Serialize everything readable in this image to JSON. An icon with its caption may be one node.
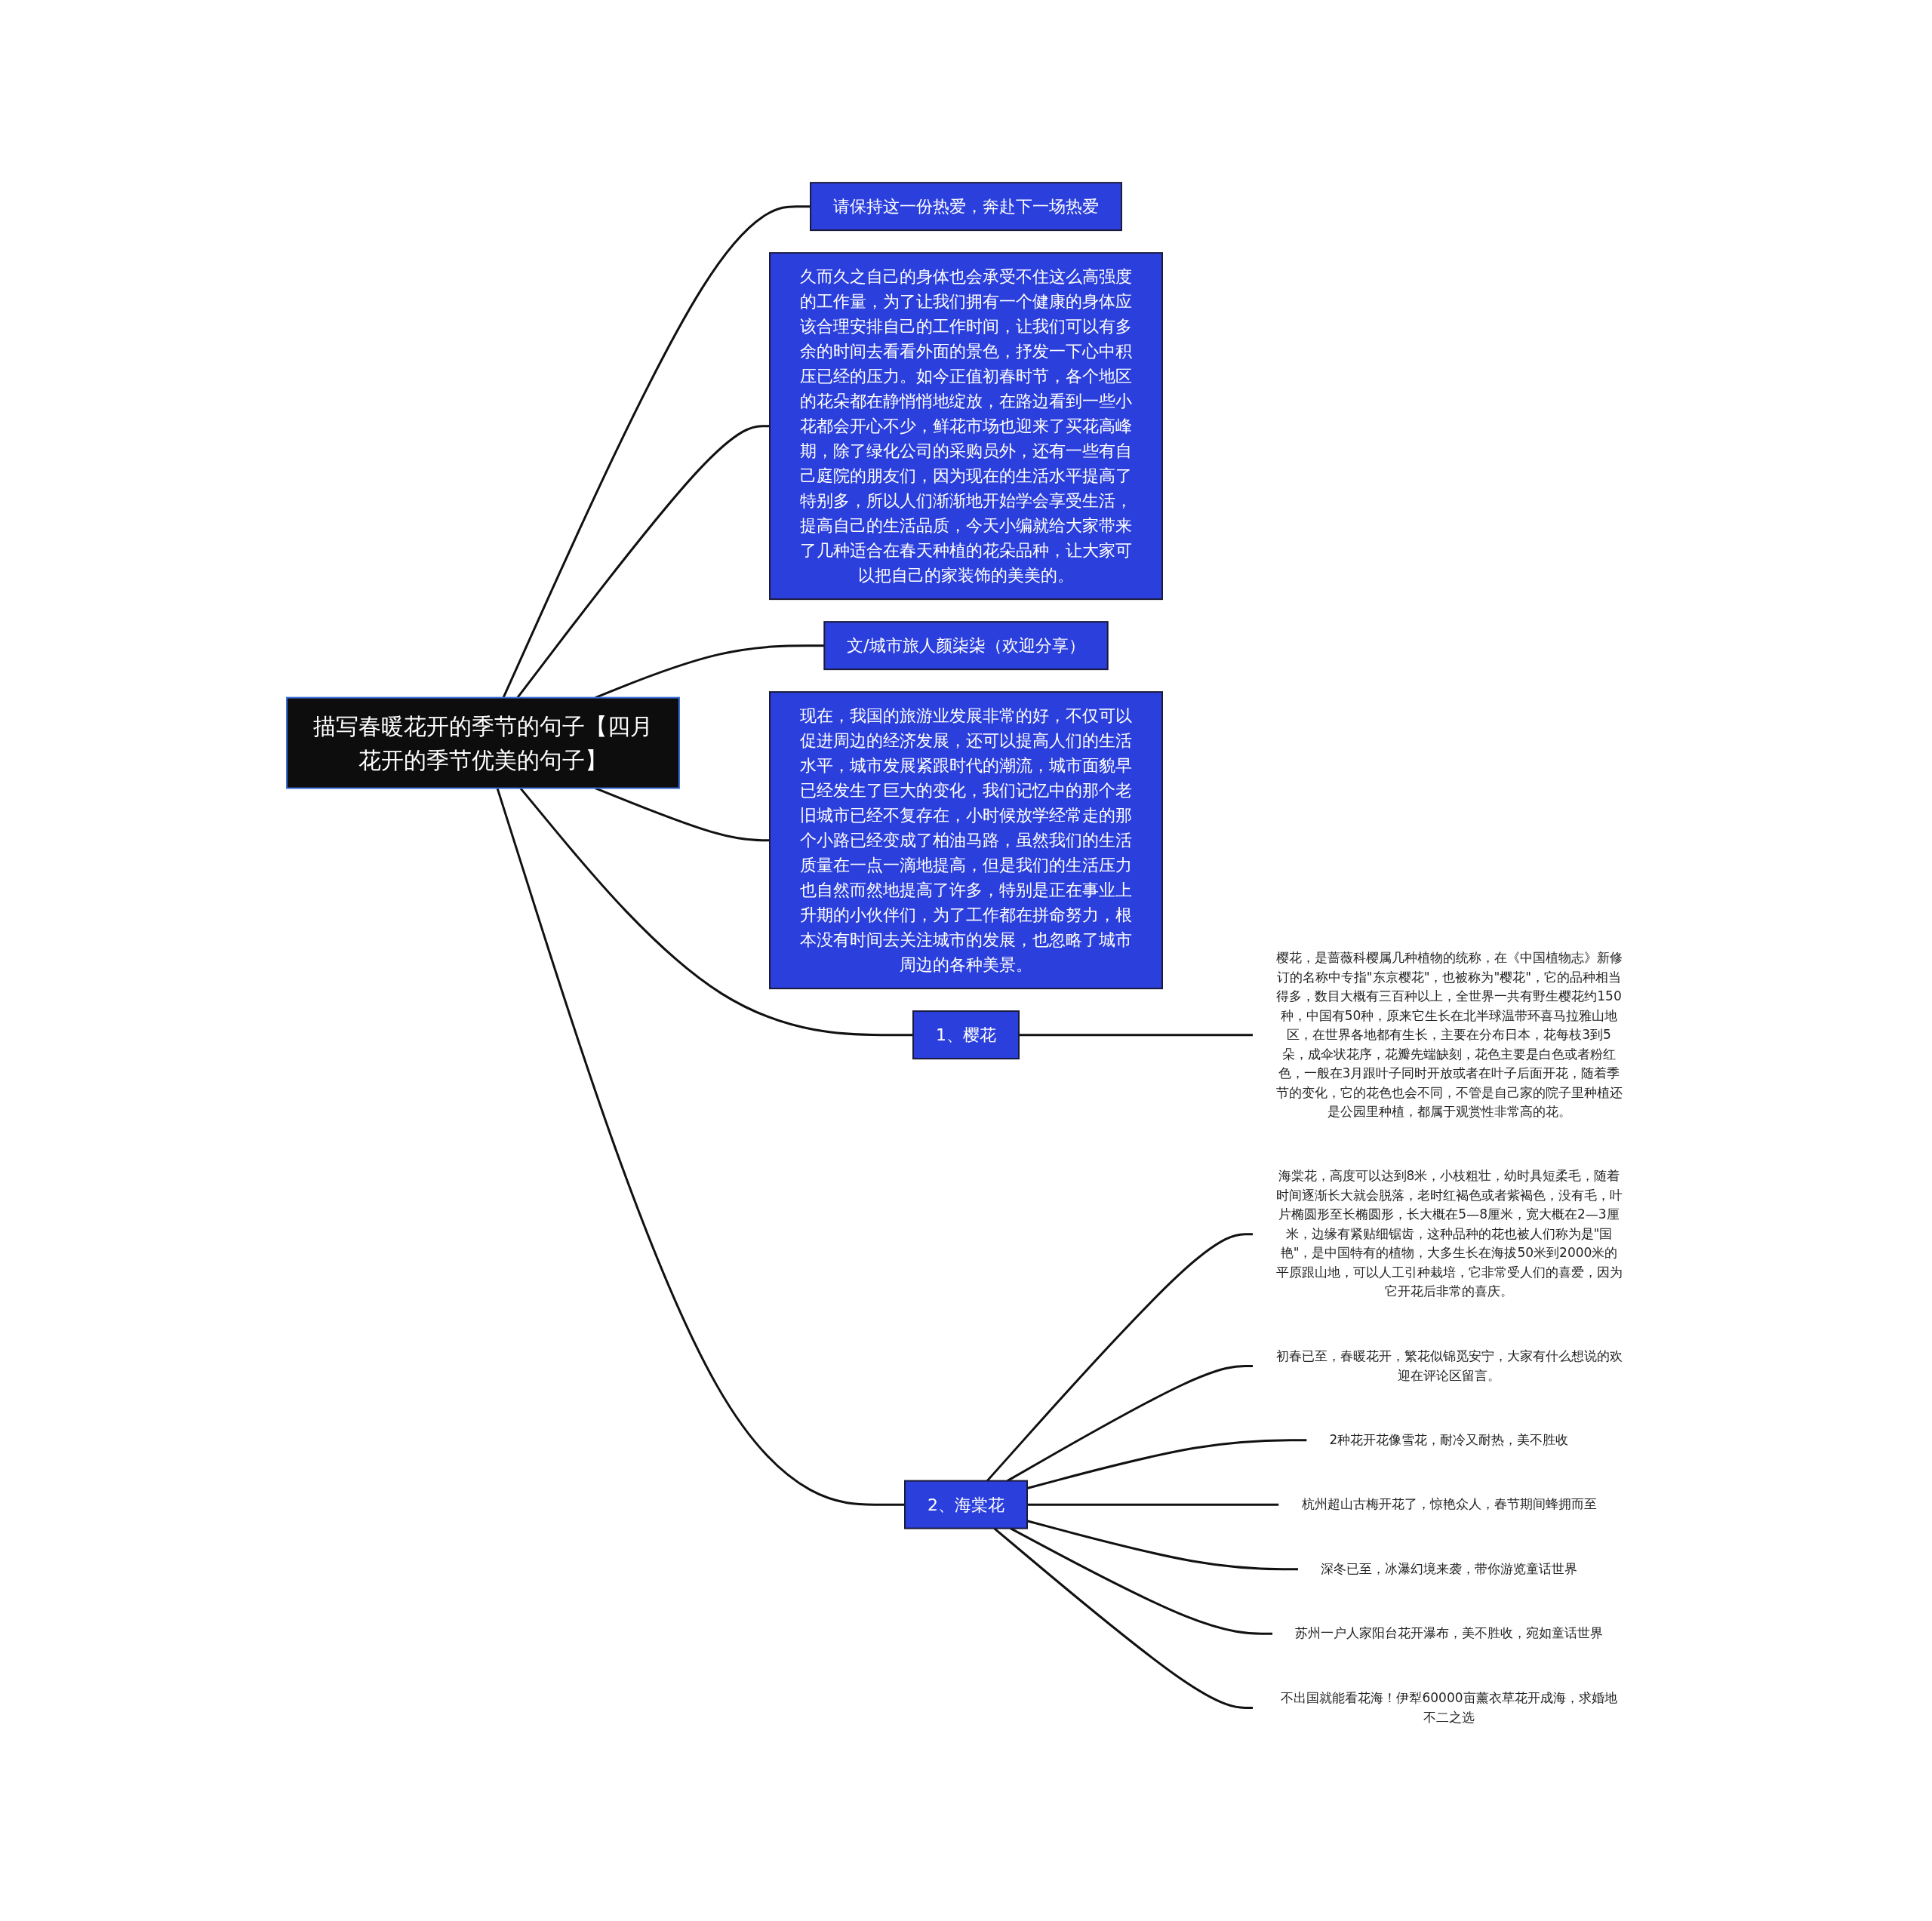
{
  "diagram": {
    "nodes": [
      {
        "text": [
          "描写春暖花开的季节的句子【四月花开的季节优美的句子】"
        ]
      },
      {
        "text": [
          "请保持这一份热爱，奔赴下一场热爱"
        ]
      },
      {
        "text": [
          "久而久之自己的身体也会承受不住这么高强度的工作量，为了让我们拥有一个健康的身体应该合理安排自己的工作时间，让我们可以有多余的时间去看看外面的景色，抒发一下心中积压已经的压力。如今正值初春时节，各个地区的花朵都在静悄悄地绽放，在路边看到一些小花都会开心不少，鲜花市场也迎来了买花高峰期，除了绿化公司的采购员外，还有一些有自己庭院的朋友们，因为现在的生活水平提高了特别多，所以人们渐渐地开始学会享受生活，提高自己的生活品质，今天小编就给大家带来了几种适合在春天种植的花朵品种，让大家可以把自己的家装饰的美美的。"
        ]
      },
      {
        "text": [
          "文/城市旅人颜柒柒（欢迎分享）"
        ]
      },
      {
        "text": [
          "现在，我国的旅游业发展非常的好，不仅可以促进周边的经济发展，还可以提高人们的生活水平，城市发展紧跟时代的潮流，城市面貌早已经发生了巨大的变化，我们记忆中的那个老旧城市已经不复存在，小时候放学经常走的那个小路已经变成了柏油马路，虽然我们的生活质量在一点一滴地提高，但是我们的生活压力也自然而然地提高了许多，特别是正在事业上升期的小伙伴们，为了工作都在拼命努力，根本没有时间去关注城市的发展，也忽略了城市周边的各种美景。"
        ]
      },
      {
        "text": [
          "1、樱花"
        ]
      },
      {
        "text": [
          "樱花，是蔷薇科樱属几种植物的统称，在《中国植物志》新修订的名称中专指\"东京樱花\"，也被称为\"樱花\"，它的品种相当得多，数目大概有三百种以上，全世界一共有野生樱花约150种，中国有50种，原来它生长在北半球温带环喜马拉雅山地区，在世界各地都有生长，主要在分布日本，花每枝3到5朵，成伞状花序，花瓣先端缺刻，花色主要是白色或者粉红色，一般在3月跟叶子同时开放或者在叶子后面开花，随着季节的变化，它的花色也会不同，不管是自己家的院子里种植还是公园里种植，都属于观赏性非常高的花。"
        ]
      },
      {
        "text": [
          "2、海棠花"
        ]
      },
      {
        "text": [
          "海棠花，高度可以达到8米，小枝粗壮，幼时具短柔毛，随着时间逐渐长大就会脱落，老时红褐色或者紫褐色，没有毛，叶片椭圆形至长椭圆形，长大概在5—8厘米，宽大概在2—3厘米，边缘有紧贴细锯齿，这种品种的花也被人们称为是\"国艳\"，是中国特有的植物，大多生长在海拔50米到2000米的平原跟山地，可以人工引种栽培，它非常受人们的喜爱，因为它开花后非常的喜庆。"
        ]
      },
      {
        "text": [
          "初春已至，春暖花开，繁花似锦觅安宁，大家有什么想说的欢迎在评论区留言。"
        ]
      },
      {
        "text": [
          "2种花开花像雪花，耐冷又耐热，美不胜收"
        ]
      },
      {
        "text": [
          "杭州超山古梅开花了，惊艳众人，春节期间蜂拥而至"
        ]
      },
      {
        "text": [
          "深冬已至，冰瀑幻境来袭，带你游览童话世界"
        ]
      },
      {
        "text": [
          "苏州一户人家阳台花开瀑布，美不胜收，宛如童话世界"
        ]
      },
      {
        "text": [
          "不出国就能看花海！伊犁60000亩薰衣草花开成海，求婚地不二之选"
        ]
      }
    ],
    "edges": [
      {
        "from": 0,
        "to": 1,
        "arrow": "none"
      },
      {
        "from": 0,
        "to": 2,
        "arrow": "none"
      },
      {
        "from": 0,
        "to": 3,
        "arrow": "none"
      },
      {
        "from": 0,
        "to": 4,
        "arrow": "none"
      },
      {
        "from": 0,
        "to": 5,
        "arrow": "none"
      },
      {
        "from": 5,
        "to": 6,
        "arrow": "none"
      },
      {
        "from": 0,
        "to": 7,
        "arrow": "none"
      },
      {
        "from": 7,
        "to": 8,
        "arrow": "none"
      },
      {
        "from": 7,
        "to": 9,
        "arrow": "none"
      },
      {
        "from": 7,
        "to": 10,
        "arrow": "none"
      },
      {
        "from": 7,
        "to": 11,
        "arrow": "none"
      },
      {
        "from": 7,
        "to": 12,
        "arrow": "none"
      },
      {
        "from": 7,
        "to": 13,
        "arrow": "none"
      },
      {
        "from": 7,
        "to": 14,
        "arrow": "none"
      }
    ]
  }
}
